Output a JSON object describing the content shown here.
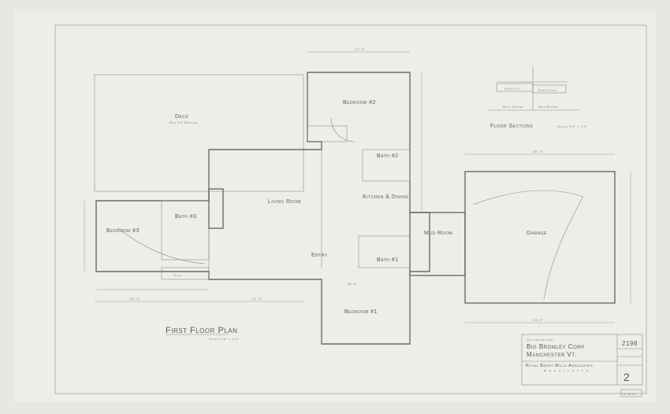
{
  "drawing": {
    "title": "First Floor Plan",
    "scale": "Scale 1/4\" = 1'0\"",
    "rooms": {
      "deck": "Deck",
      "deck_note": "Bar Fir Decking",
      "bedroom3": "Bedroom #3",
      "bath3": "Bath #3",
      "living_room": "Living Room",
      "entry": "Entry",
      "bedroom2": "Bedroom #2",
      "bath2": "Bath #2",
      "kitchen": "Kitchen & Dining",
      "mud_room": "Mud Room",
      "bath1": "Bath #1",
      "bedroom1": "Bedroom #1",
      "garage": "Garage",
      "clos": "Clos."
    },
    "dimensions": {
      "d1": "30'-4\"",
      "d2": "20'-8\"",
      "d3": "14'-0\"",
      "d4": "26'-0\"",
      "d5": "24'-0\"",
      "d6": "16'-0\""
    }
  },
  "floor_sections": {
    "title": "Floor Sections",
    "scale": "Scale 3/4\" = 1'0\"",
    "left_label": "Main House",
    "right_label": "New Rooms",
    "left_fill": "Sand Fill",
    "right_fill": "Sub Floor"
  },
  "title_block": {
    "for_label": "Sun House for:",
    "client": "Big Bromley Corp",
    "location": "Manchester   Vt.",
    "firm": "Royal Barry Wills Associates",
    "firm_sub": "Architects",
    "job_number": "2198",
    "sheet_number": "2"
  },
  "catalog_stamp": "6-9615"
}
